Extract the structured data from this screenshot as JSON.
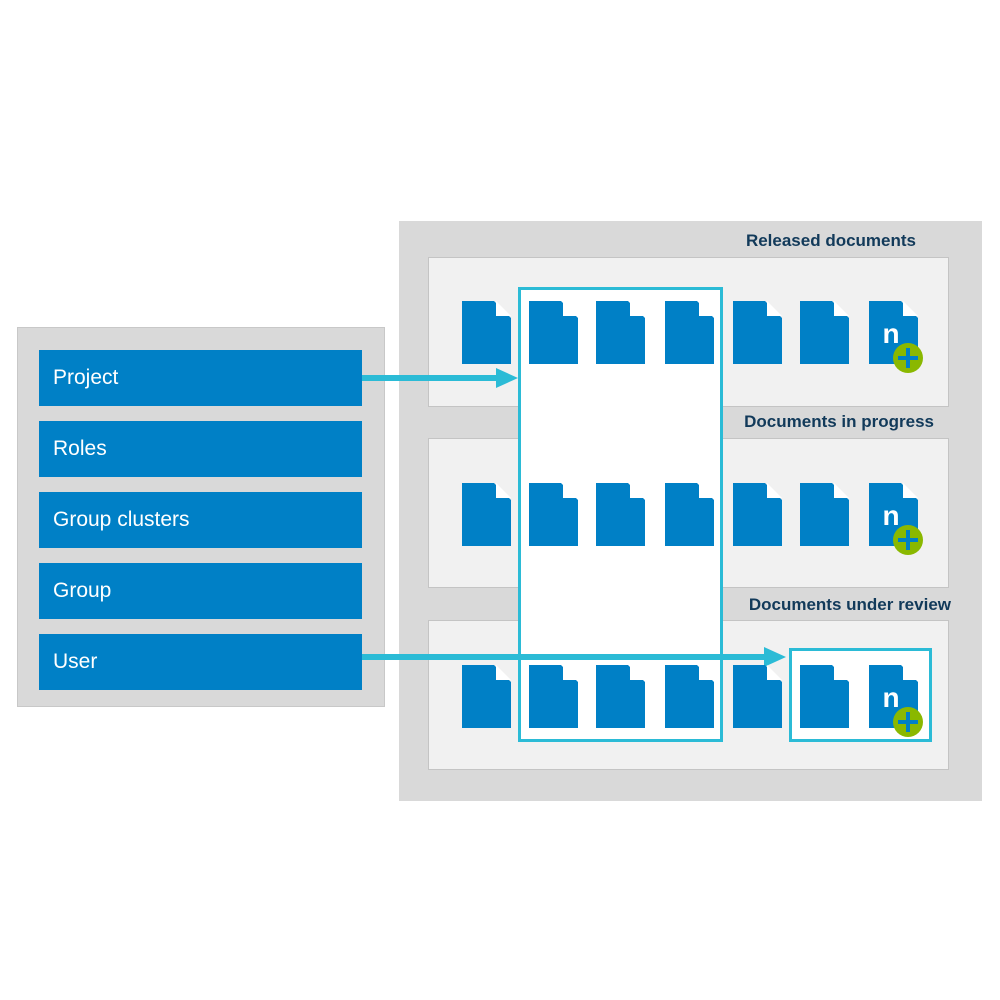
{
  "left_items": [
    "Project",
    "Roles",
    "Group clusters",
    "Group",
    "User"
  ],
  "sections": [
    {
      "title": "Released documents",
      "documents": 7,
      "new_document": true
    },
    {
      "title": "Documents in progress",
      "documents": 7,
      "new_document": true
    },
    {
      "title": "Documents under review",
      "documents": 7,
      "new_document": true
    }
  ],
  "new_doc_letter": "n",
  "colors": {
    "doc": "#0080c6",
    "highlight": "#2bbbd6",
    "plus": "#8ab800",
    "panel": "#d9d9d9"
  }
}
